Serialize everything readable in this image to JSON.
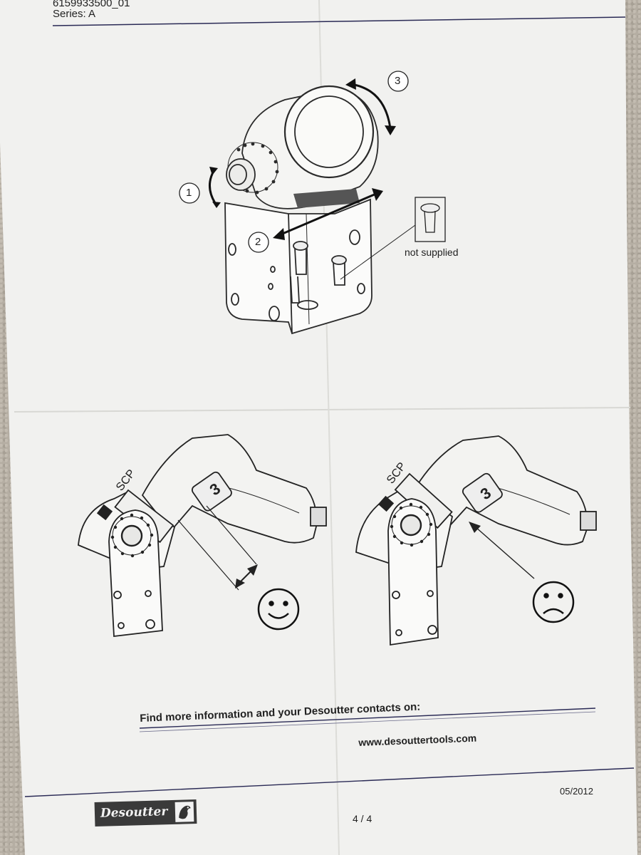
{
  "header": {
    "doc_number": "6159933500_01",
    "series": "Series: A"
  },
  "figure_top": {
    "steps": [
      "1",
      "2",
      "3"
    ],
    "not_supplied_label": "not supplied"
  },
  "figure_bottom": {
    "left_label": "SCP",
    "right_label": "SCP",
    "left_verdict_icon": "smiley-face-icon",
    "right_verdict_icon": "sad-face-icon",
    "tool_digit": "3"
  },
  "footer": {
    "find_more": "Find more information and your Desoutter contacts on:",
    "website": "www.desouttertools.com",
    "date": "05/2012",
    "page_number": "4 / 4",
    "logo_text": "Desoutter"
  },
  "colors": {
    "paper": "#f1f1ef",
    "ink": "#222222",
    "rule_line": "#2a2a55"
  }
}
